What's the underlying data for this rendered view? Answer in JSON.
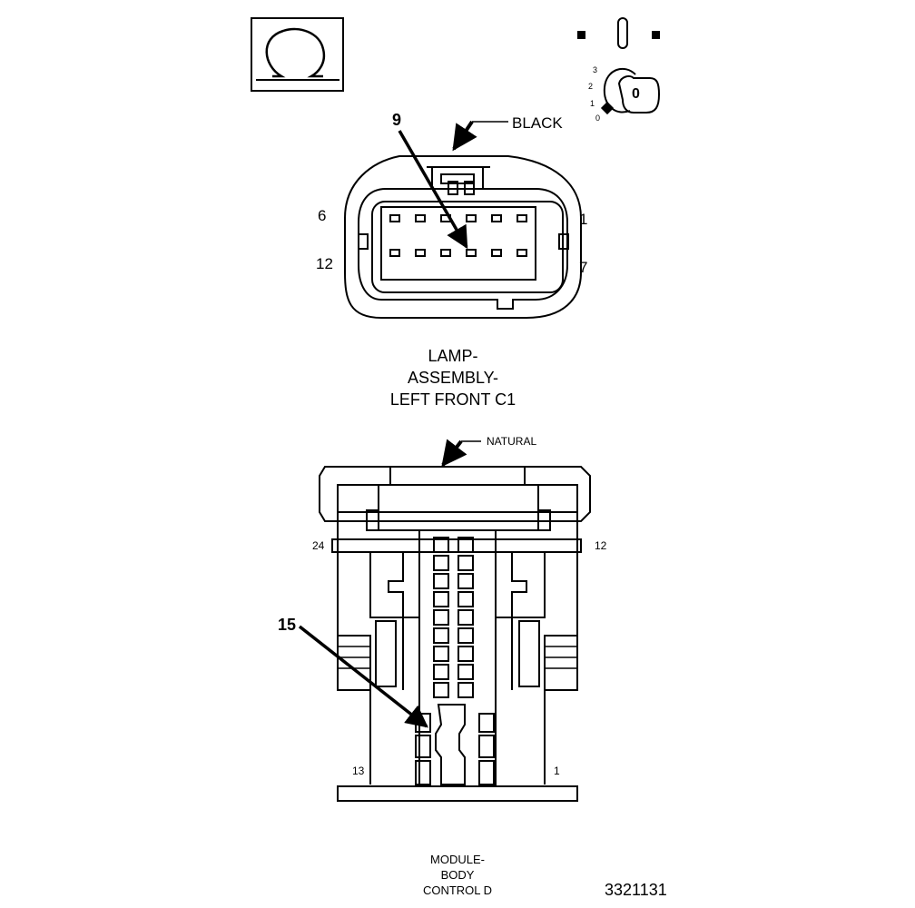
{
  "legend": {
    "ignition_key_positions": [
      "3",
      "2",
      "1",
      "0"
    ],
    "key_position": "0"
  },
  "connector_c1": {
    "color_label": "BLACK",
    "callout_pin": "9",
    "pin_labels": {
      "top_left": "6",
      "top_right": "1",
      "bottom_left": "12",
      "bottom_right": "7"
    },
    "title_lines": [
      "LAMP-",
      "ASSEMBLY-",
      "LEFT FRONT C1"
    ]
  },
  "connector_d": {
    "color_label": "NATURAL",
    "callout_pin": "15",
    "pin_labels": {
      "upper_left": "24",
      "upper_right": "12",
      "lower_left": "13",
      "lower_right": "1"
    },
    "title_lines": [
      "MODULE-",
      "BODY",
      "CONTROL D"
    ]
  },
  "figure_id": "3321131"
}
